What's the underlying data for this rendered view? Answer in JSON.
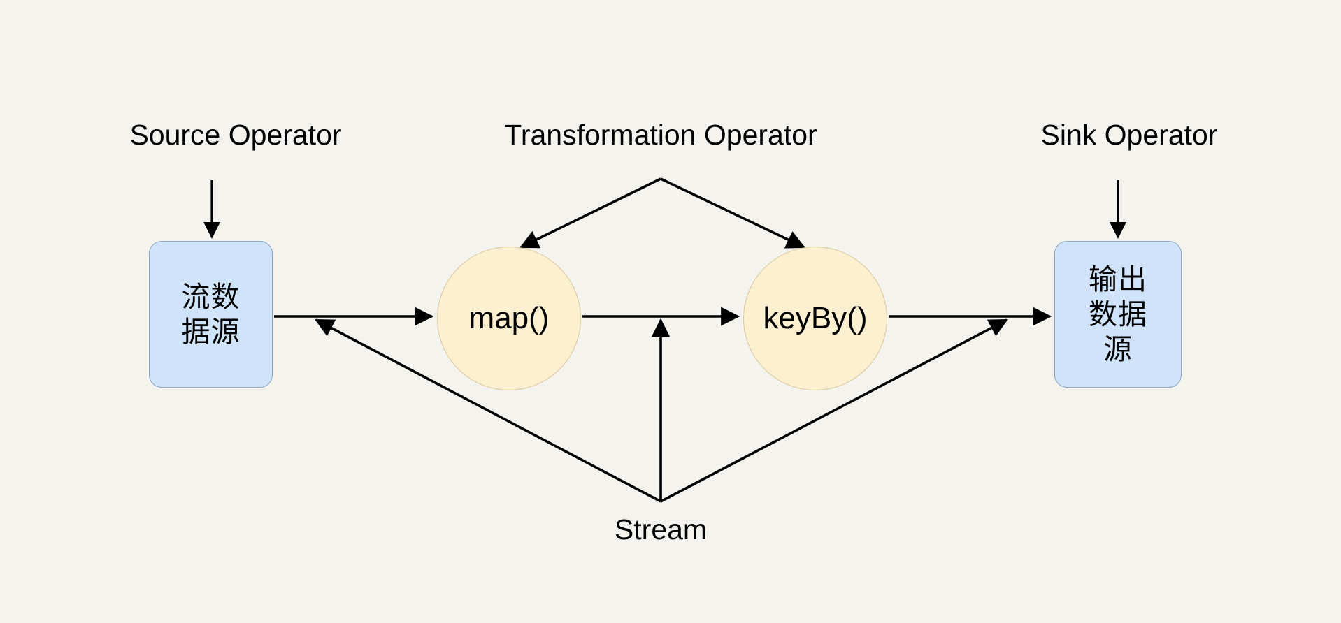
{
  "diagram": {
    "title_present": false,
    "background_color": "#f4f3ee",
    "stroke_color": "#000000",
    "box_fill": "#cfe4fb",
    "box_stroke": "#8aa6c4",
    "circle_fill": "#fdf0d0",
    "circle_stroke": "#d8c79b",
    "captions": {
      "source_operator": "Source Operator",
      "transformation_operator": "Transformation Operator",
      "sink_operator": "Sink Operator",
      "stream": "Stream"
    },
    "nodes": [
      {
        "id": "source",
        "shape": "rounded-rect",
        "label": "流数\n据源"
      },
      {
        "id": "map",
        "shape": "circle",
        "label": "map()"
      },
      {
        "id": "keyby",
        "shape": "circle",
        "label": "keyBy()"
      },
      {
        "id": "sink",
        "shape": "rounded-rect",
        "label": "输出\n数据\n源"
      }
    ],
    "edges": [
      {
        "from": "source",
        "to": "map",
        "kind": "flow-arrow"
      },
      {
        "from": "map",
        "to": "keyby",
        "kind": "flow-arrow"
      },
      {
        "from": "keyby",
        "to": "sink",
        "kind": "flow-arrow"
      },
      {
        "from": "transformation-label",
        "to": "map",
        "kind": "annotation-arrow"
      },
      {
        "from": "transformation-label",
        "to": "keyby",
        "kind": "annotation-arrow"
      },
      {
        "from": "stream-label",
        "to": "source-map-link",
        "kind": "annotation-arrow"
      },
      {
        "from": "stream-label",
        "to": "map-keyby-link",
        "kind": "annotation-arrow"
      },
      {
        "from": "stream-label",
        "to": "keyby-sink-link",
        "kind": "annotation-arrow"
      },
      {
        "from": "source-operator-label",
        "to": "source",
        "kind": "annotation-arrow"
      },
      {
        "from": "sink-operator-label",
        "to": "sink",
        "kind": "annotation-arrow"
      }
    ]
  }
}
